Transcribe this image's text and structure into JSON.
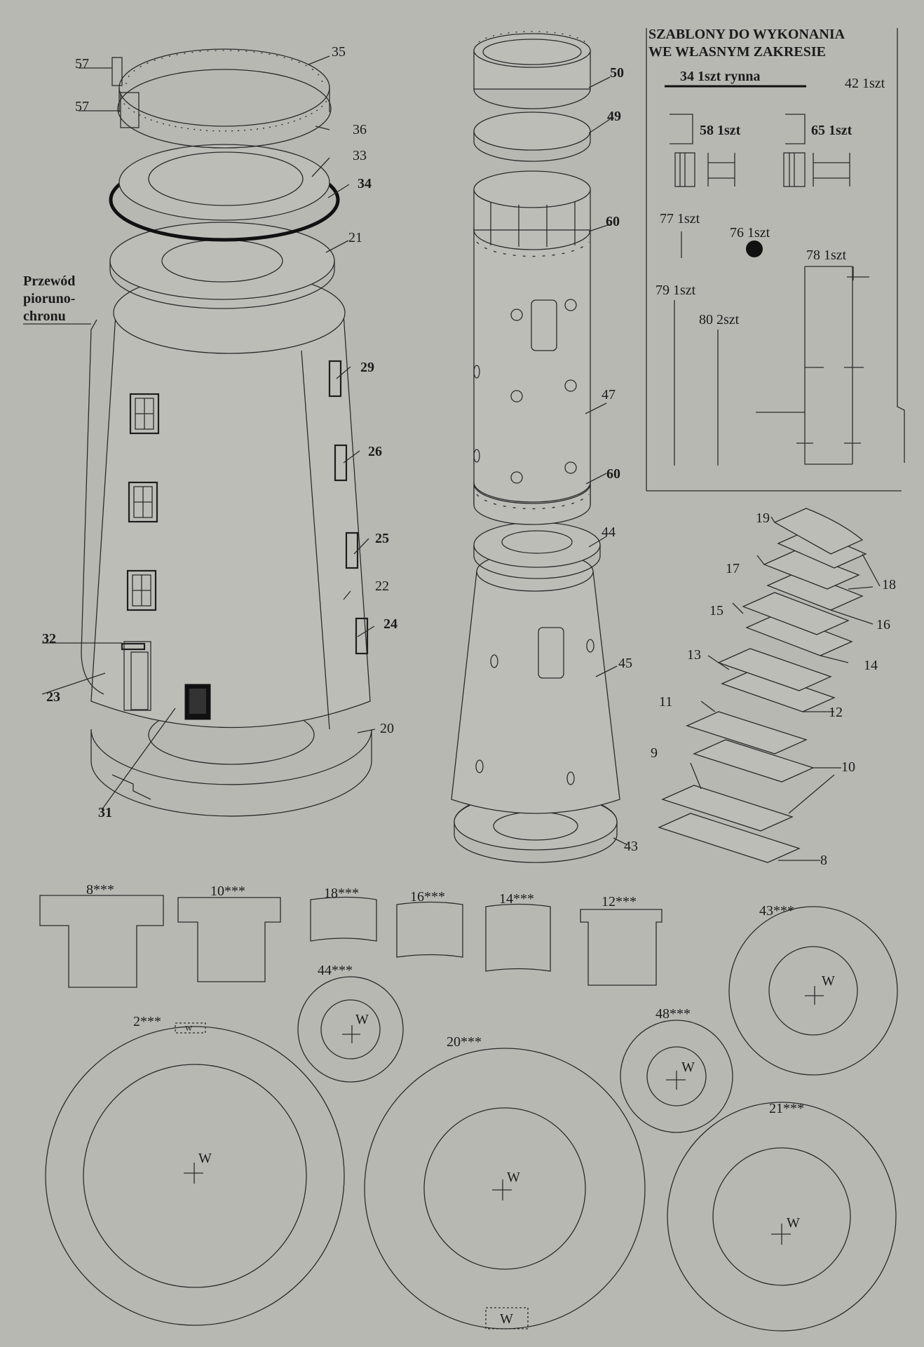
{
  "templates_box": {
    "title_line1": "SZABLONY DO WYKONANIA",
    "title_line2": "WE WŁASNYM ZAKRESIE",
    "items": {
      "rynna": "34 1szt  rynna",
      "p42": "42 1szt",
      "p58": "58 1szt",
      "p65": "65 1szt",
      "p77": "77 1szt",
      "p76": "76 1szt",
      "p78": "78 1szt",
      "p79": "79 1szt",
      "p80": "80 2szt"
    }
  },
  "tower_labels": {
    "p57a": "57",
    "p57b": "57",
    "p35": "35",
    "p36": "36",
    "p33": "33",
    "p34": "34",
    "p21": "21",
    "p29": "29",
    "p26": "26",
    "p25": "25",
    "p22": "22",
    "p24": "24",
    "p32": "32",
    "p23": "23",
    "p20": "20",
    "p31": "31",
    "lightning_1": "Przewód",
    "lightning_2": "pioruno-",
    "lightning_3": "chronu"
  },
  "column_labels": {
    "p50": "50",
    "p49": "49",
    "p60a": "60",
    "p47": "47",
    "p60b": "60",
    "p44": "44",
    "p45": "45",
    "p43": "43"
  },
  "stairs_labels": {
    "p19": "19",
    "p18": "18",
    "p17": "17",
    "p16": "16",
    "p15": "15",
    "p14": "14",
    "p13": "13",
    "p12": "12",
    "p11": "11",
    "p10": "10",
    "p9": "9",
    "p8": "8"
  },
  "template_labels": {
    "t8": "8***",
    "t10": "10***",
    "t18": "18***",
    "t16": "16***",
    "t14": "14***",
    "t12": "12***",
    "t43": "43***",
    "t44": "44***",
    "t48": "48***",
    "t2": "2***",
    "t20": "20***",
    "t21": "21***",
    "w": "W"
  }
}
